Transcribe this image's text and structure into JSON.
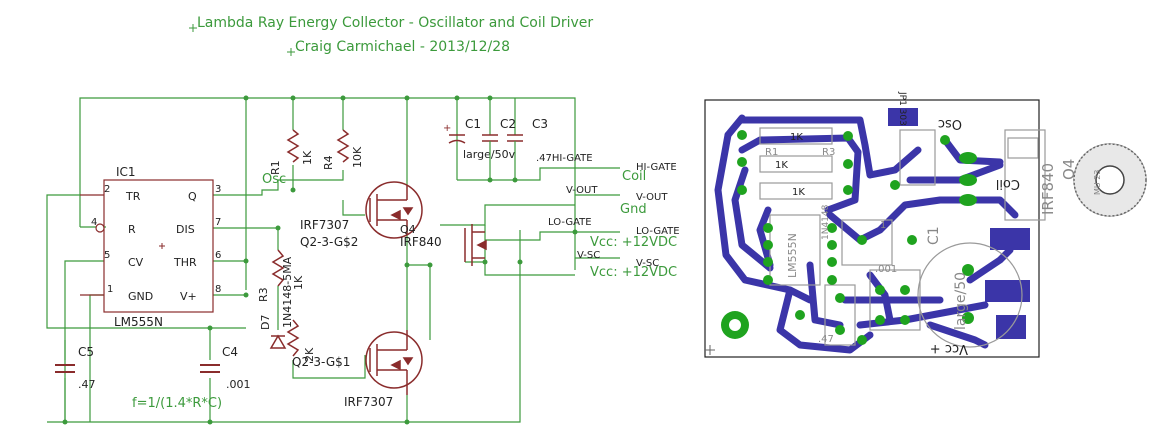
{
  "colors": {
    "wire": "#3c9a3c",
    "component": "#8a2c2c",
    "trace": "#3b35a8",
    "pad": "#1fa31f",
    "silkscreen": "#9a9a9a",
    "background": "#ffffff"
  },
  "header": {
    "title": "Lambda Ray Energy Collector - Oscillator and Coil Driver",
    "author_line": "Craig Carmichael - 2013/12/28"
  },
  "schematic": {
    "ic": {
      "name": "IC1",
      "part": "LM555N",
      "pins": {
        "tr": "TR",
        "q": "Q",
        "r": "R",
        "dis": "DIS",
        "cv": "CV",
        "thr": "THR",
        "gnd": "GND",
        "vplus": "V+",
        "n2": "2",
        "n3": "3",
        "n4": "4",
        "n7": "7",
        "n5": "5",
        "n6": "6",
        "n1": "1",
        "n8": "8"
      }
    },
    "resistors": {
      "r1_name": "R1",
      "r1_value": "1K",
      "r4_name": "R4",
      "r4_value": "10K",
      "r3_name": "R3",
      "r3_value": "1K",
      "r2_name": "R2",
      "r2_value": "2K"
    },
    "diode": {
      "name": "D7",
      "part": "1N4148-5MA"
    },
    "capacitors": {
      "c1_name": "C1",
      "c1_value": "large/50v",
      "c2_name": "C2",
      "c3_name": "C3",
      "c23_value": ".47",
      "c5_name": "C5",
      "c5_value": ".47",
      "c4_name": "C4",
      "c4_value": ".001"
    },
    "transistors": {
      "q2a_part": "IRF7307",
      "q2a_name": "Q2-3-G$2",
      "q2b_name": "Q2-3-G$1",
      "q2b_part": "IRF7307",
      "q4_part": "IRF840",
      "q4_name": "Q4"
    },
    "labels": {
      "osc": "Osc",
      "coil": "Coil",
      "gnd": "Gnd",
      "vcc1": "Vcc: +12VDC",
      "vcc2": "Vcc: +12VDC",
      "hi_gate_left": ".47HI-GATE",
      "hi_gate_right": "HI-GATE",
      "v_out_left": "V-OUT",
      "v_out_right": "V-OUT",
      "lo_gate_left": "LO-GATE",
      "lo_gate_right": "LO-GATE",
      "v_sc_left": "V-SC",
      "v_sc_right": "V-SC",
      "formula": "f=1/(1.4*R*C)"
    }
  },
  "pcb": {
    "labels": {
      "osc": "Osc",
      "coil": "Coil",
      "vcc": "Vcc +",
      "q4_part": "IRF840",
      "q4_name": "Q4",
      "ic_part": "LM555N",
      "c1": "C1",
      "cap_value": "large/50",
      "jack_label": "JP1 303",
      "r1": "R1",
      "r3": "R3",
      "k1": "1K",
      "k2": "1K",
      "k3": "1K",
      "heatsink": "MU 23",
      "small_part": "1N4148",
      "cap_small": ".001",
      "cap_47": ".47",
      "misc_1": "1"
    }
  }
}
